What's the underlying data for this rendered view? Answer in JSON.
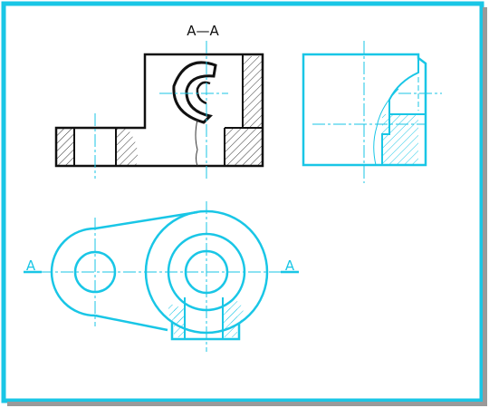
{
  "section_title": "A—A",
  "cut_labels": {
    "left": "A",
    "right": "A"
  },
  "colors": {
    "border": "#19c6e6",
    "outline_black": "#111111",
    "outline_cyan": "#19c6e6",
    "hatch": "#555555",
    "centerline": "#19c6e6",
    "background": "#ffffff"
  }
}
